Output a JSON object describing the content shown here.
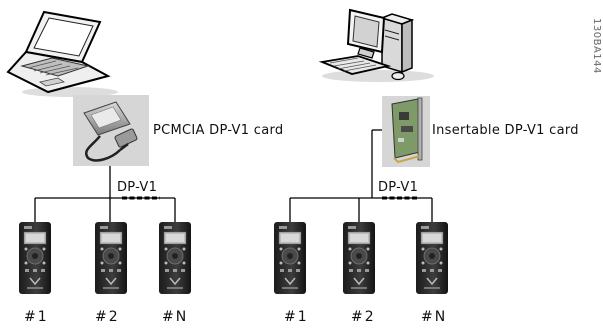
{
  "left": {
    "card_label": "PCMCIA DP-V1 card",
    "bus_label": "DP-V1",
    "drives": [
      "#1",
      "#2",
      "#N"
    ]
  },
  "right": {
    "card_label": "Insertable DP-V1 card",
    "bus_label": "DP-V1",
    "drives": [
      "#1",
      "#2",
      "#N"
    ]
  },
  "figure_code": "130BA144",
  "colors": {
    "line": "#000000",
    "drive_body": "#2a2a2a",
    "card_gray": "#8a8a8a",
    "pcb_green": "#6f8a5a"
  }
}
